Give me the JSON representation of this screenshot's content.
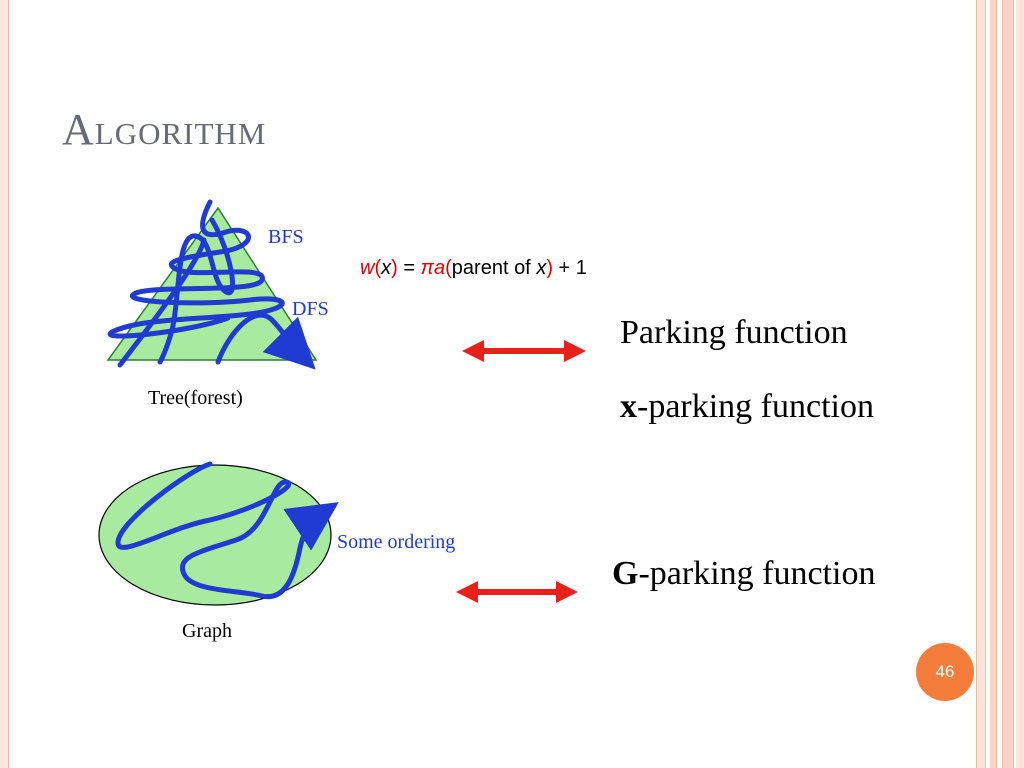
{
  "slide": {
    "title": "Algorithm",
    "page_number": "46"
  },
  "tree": {
    "caption": "Tree(forest)",
    "bfs_label": "BFS",
    "dfs_label": "DFS"
  },
  "formula": {
    "w": "w",
    "open1": "(",
    "x1": "x",
    "close1": ")",
    "eq": " = ",
    "pi_a": "πa",
    "open2": "(",
    "parent_of": "parent of ",
    "x2": "x",
    "close2": ")",
    "plus_one": " + 1"
  },
  "graph": {
    "caption": "Graph",
    "ordering_label": "Some ordering"
  },
  "results": {
    "parking": "Parking function",
    "x_bold": "x",
    "x_rest": "-parking function",
    "g_bold": "G",
    "g_rest": "-parking function"
  },
  "colors": {
    "fill_green": "#a8eba0",
    "curve_blue": "#1f3bd1",
    "arrow_red": "#e8201a",
    "badge_orange": "#f47d3b",
    "frame_peach": "#f6c3ae"
  }
}
